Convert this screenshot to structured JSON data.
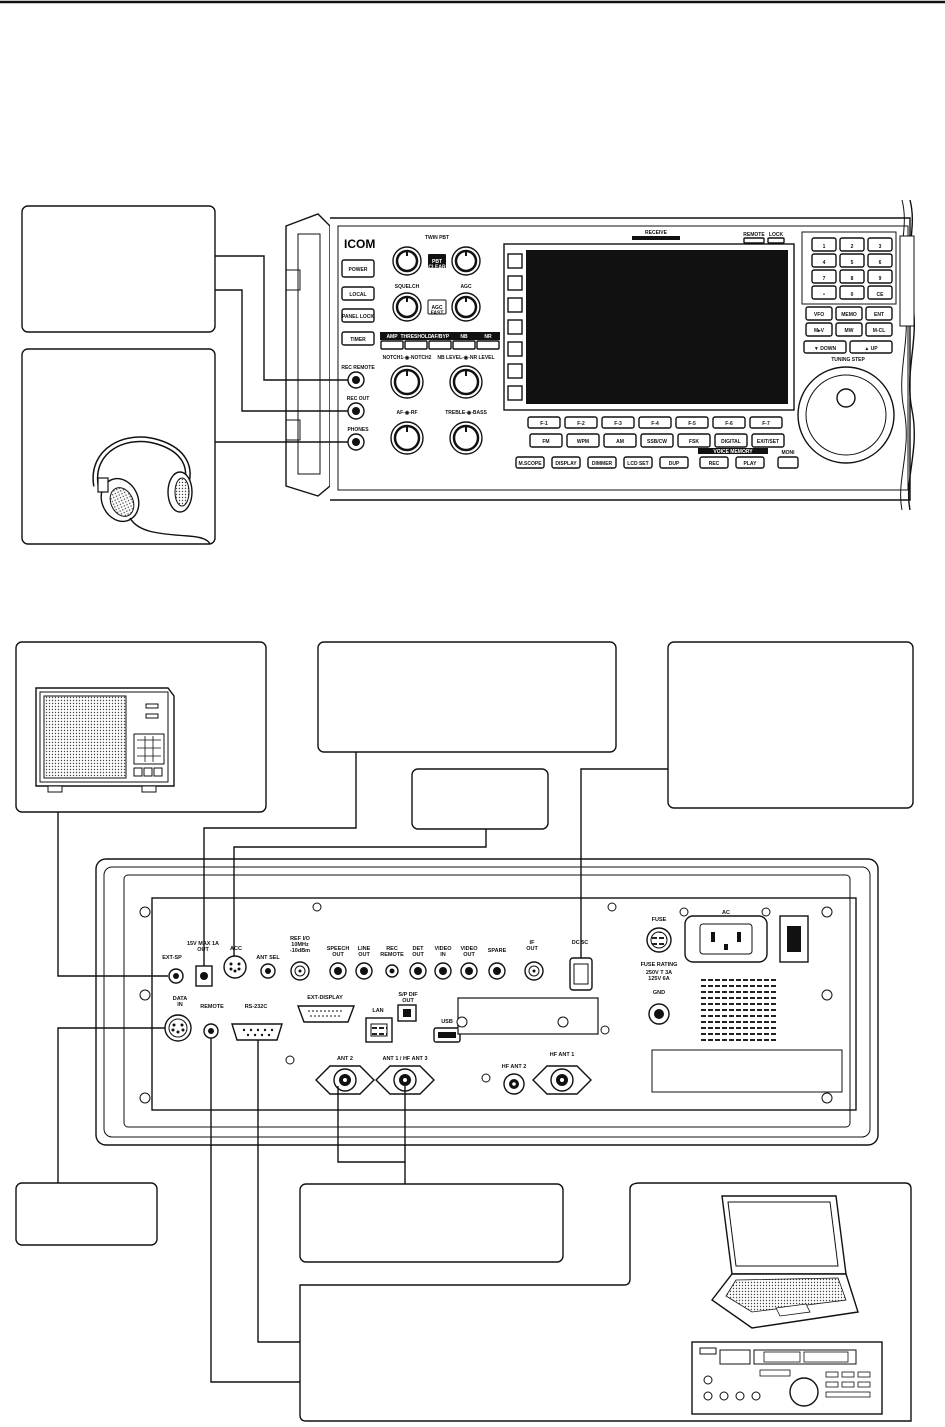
{
  "brand": "ICOM",
  "front_panel": {
    "buttons": [
      "POWER",
      "LOCAL",
      "PANEL LOCK",
      "TIMER"
    ],
    "twin_pbt_label": "TWIN PBT",
    "pbt_clear_label": "PBT\nCLEAR",
    "squelch_label": "SQUELCH",
    "agc_label": "AGC",
    "agc_fast_label": "AGC\nFAST",
    "small_keys": [
      "AMP",
      "THRESHOLD",
      "AF/BYP",
      "NB",
      "NR"
    ],
    "notch_label": "NOTCH1-◉-NOTCH2",
    "nb_nr_label": "NB LEVEL-◉-NR LEVEL",
    "af_rf_label": "AF-◉-RF",
    "treble_bass_label": "TREBLE-◉-BASS",
    "jacks": [
      "REC REMOTE",
      "REC OUT",
      "PHONES"
    ],
    "receive_label": "RECEIVE",
    "remote_label": "REMOTE",
    "lock_label": "LOCK",
    "keypad": [
      "1",
      "2",
      "3",
      "4",
      "5",
      "6",
      "7",
      "8",
      "9",
      "•",
      "0",
      "CE"
    ],
    "vfo_keys": [
      "VFO",
      "MEMO",
      "ENT",
      "M▸V",
      "MW",
      "M-CL"
    ],
    "down_label": "▼ DOWN",
    "up_label": "▲ UP",
    "tuning_step_label": "TUNING STEP",
    "f_keys": [
      "F-1",
      "F-2",
      "F-3",
      "F-4",
      "F-5",
      "F-6",
      "F-7"
    ],
    "mode_keys": [
      "FM",
      "WPM",
      "AM",
      "SSB/CW",
      "FSK",
      "DIGITAL",
      "EXIT/SET"
    ],
    "bottom_keys": [
      "M.SCOPE",
      "DISPLAY",
      "DIMMER",
      "LCD SET",
      "DUP"
    ],
    "voice_memory_label": "VOICE MEMORY",
    "rec_label": "REC",
    "play_label": "PLAY",
    "moni_label": "MONI"
  },
  "rear_panel": {
    "ext_sp": "EXT-SP",
    "dc_out": "15V MAX 1A\nOUT",
    "acc": "ACC",
    "ant_sel": "ANT SEL",
    "ref_io": "REF I/O\n10MHz\n-10dBm",
    "speech_out": "SPEECH\nOUT",
    "line_out": "LINE\nOUT",
    "rec_remote": "REC\nREMOTE",
    "det_out": "DET\nOUT",
    "video_in": "VIDEO\nIN",
    "video_out": "VIDEO\nOUT",
    "spare": "SPARE",
    "if_out": "IF\nOUT",
    "dc_in": "DC 5C",
    "fuse": "FUSE",
    "fuse_rating": "FUSE RATING",
    "fuse_rating_values": "250V T 3A\n125V 6A",
    "ac": "AC",
    "gnd": "GND",
    "data_in": "DATA\nIN",
    "remote": "REMOTE",
    "rs232c": "RS-232C",
    "ext_display": "EXT-DISPLAY",
    "lan": "LAN",
    "spdif": "S/P DIF\nOUT",
    "usb": "USB",
    "ant2": "ANT 2",
    "ant1": "ANT 1 / HF ANT 3",
    "hf_ant2": "HF ANT 2",
    "hf_ant1": "HF ANT 1"
  },
  "colors": {
    "ink": "#111111",
    "screen": "#111111",
    "paper": "#ffffff"
  },
  "icons": [
    "headphones-icon",
    "speaker-icon",
    "laptop-icon",
    "transceiver-icon"
  ]
}
